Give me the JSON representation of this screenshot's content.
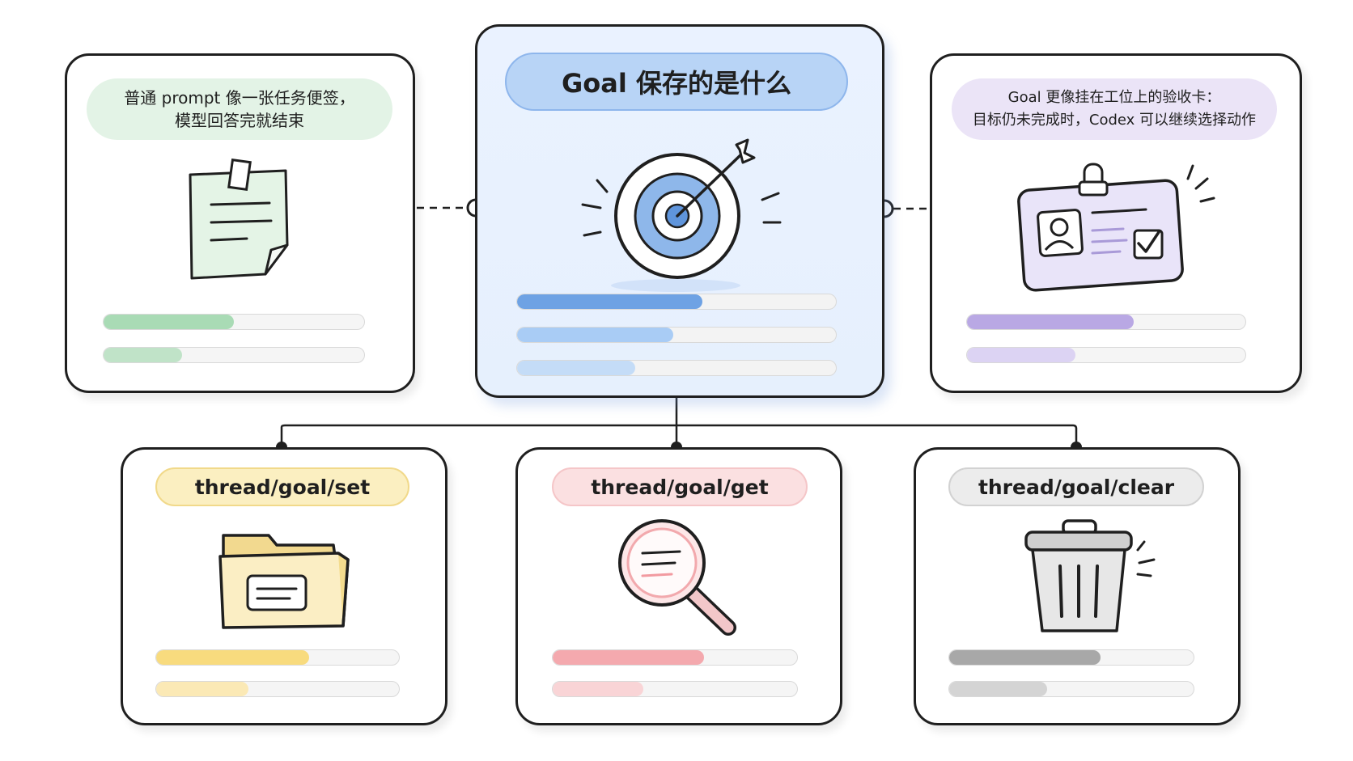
{
  "colors": {
    "green": "#a9dbb5",
    "blue_dark": "#6ea2e4",
    "blue_mid": "#a9ccf5",
    "blue_light": "#c4dcf7",
    "purple": "#b9a8e4",
    "purple_light": "#dcd3f3",
    "yellow": "#f8db7e",
    "yellow_light": "#fbe9b5",
    "pink": "#f4a9ae",
    "pink_light": "#f9d4d6",
    "gray": "#a8a8a8",
    "gray_light": "#d4d4d4"
  },
  "cards": {
    "top_left": {
      "label_line1": "普通 prompt 像一张任务便签，",
      "label_line2": "模型回答完就结束",
      "icon": "sticky-note-icon",
      "progress": [
        0.5,
        0.3
      ]
    },
    "top_center": {
      "label": "Goal 保存的是什么",
      "icon": "target-icon",
      "progress": [
        0.58,
        0.49,
        0.37
      ]
    },
    "top_right": {
      "label_line1": "Goal 更像挂在工位上的验收卡：",
      "label_line2": "目标仍未完成时，Codex 可以继续选择动作",
      "icon": "id-badge-icon",
      "progress": [
        0.6,
        0.39
      ]
    },
    "bottom_left": {
      "label": "thread/goal/set",
      "icon": "folder-icon",
      "progress": [
        0.63,
        0.38
      ]
    },
    "bottom_center": {
      "label": "thread/goal/get",
      "icon": "magnifier-icon",
      "progress": [
        0.62,
        0.37
      ]
    },
    "bottom_right": {
      "label": "thread/goal/clear",
      "icon": "trash-can-icon",
      "progress": [
        0.62,
        0.4
      ]
    }
  }
}
